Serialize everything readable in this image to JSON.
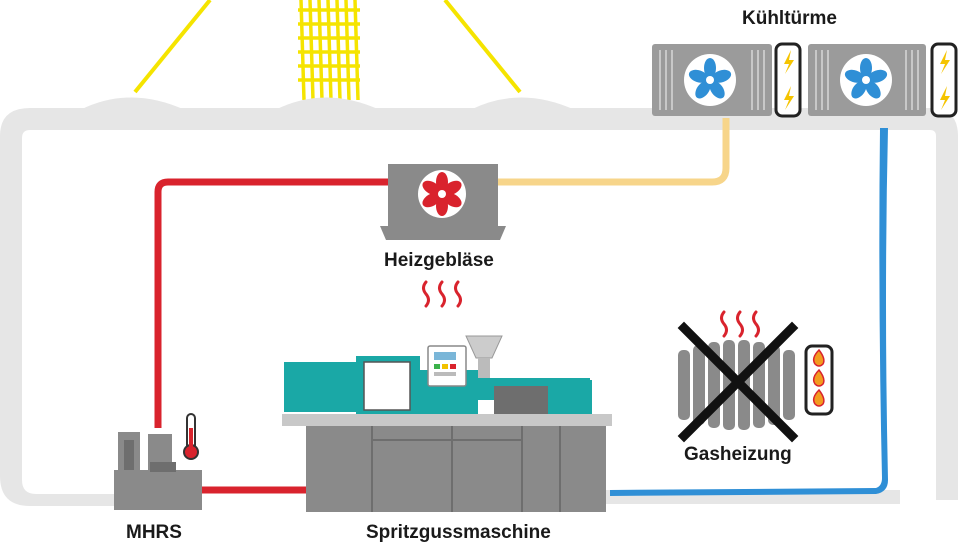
{
  "labels": {
    "cooling_towers": "Kühltürme",
    "heating_fan": "Heizgebläse",
    "gas_heating": "Gasheizung",
    "mhrs": "MHRS",
    "injection_machine": "Spritzgussmaschine"
  },
  "colors": {
    "hot_pipe": "#d9232d",
    "warm_pipe": "#f7d58a",
    "cold_pipe": "#2f8fd6",
    "building_outline": "#e4e4e4",
    "yellow_lines": "#f5e400",
    "machine_teal": "#1aa8a6",
    "machine_gray": "#8a8a8a",
    "fan_blue": "#2f8fd6",
    "fan_red": "#d9232d"
  },
  "icons": [
    "cooling-tower-fan-icon",
    "lightning-icon",
    "heating-fan-icon",
    "heat-waves-icon",
    "radiator-icon",
    "flame-icon",
    "cross-out-icon",
    "thermometer-icon"
  ]
}
